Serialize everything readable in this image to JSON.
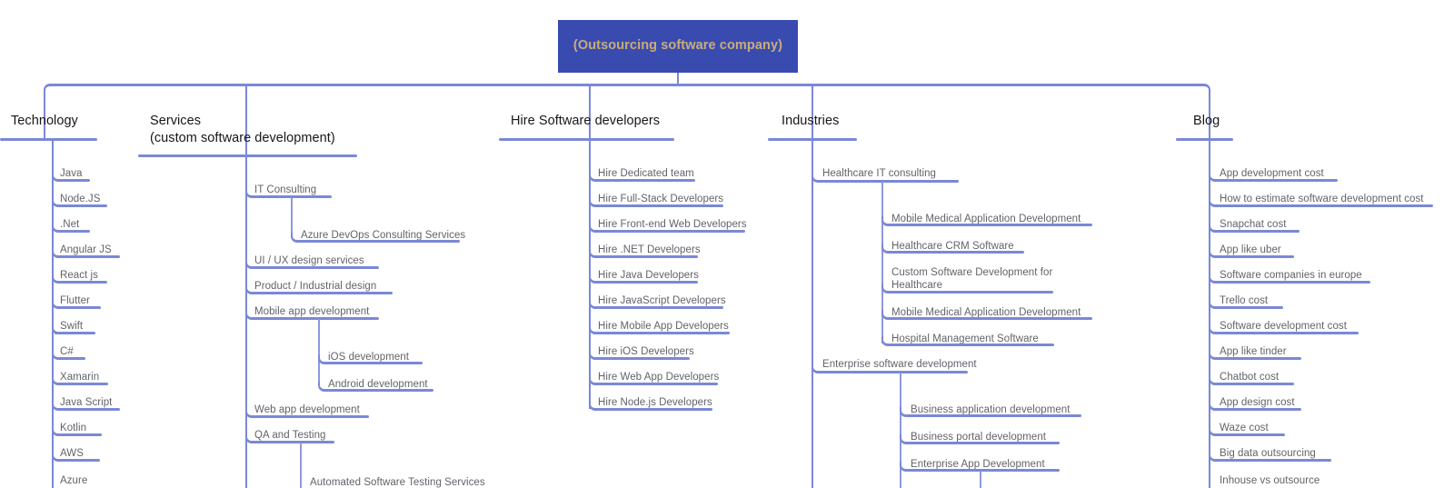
{
  "diagram": {
    "type": "sitemap-tree",
    "title": "Outsourcing software company sitemap",
    "colors": {
      "root_box_fill": "#3a4bb0",
      "root_box_text": "#c9ad79",
      "connector": "#7b88d6",
      "heading_text": "#17171b",
      "leaf_text": "#62636a",
      "background": "#ffffff"
    },
    "root": {
      "label": "(Outsourcing software company)"
    },
    "columns": [
      {
        "id": "technology",
        "title": "Technology",
        "items": [
          {
            "label": "Java"
          },
          {
            "label": "Node.JS"
          },
          {
            "label": ".Net"
          },
          {
            "label": "Angular JS"
          },
          {
            "label": "React js"
          },
          {
            "label": "Flutter"
          },
          {
            "label": "Swift"
          },
          {
            "label": "C#"
          },
          {
            "label": "Xamarin"
          },
          {
            "label": "Java Script"
          },
          {
            "label": "Kotlin"
          },
          {
            "label": "AWS"
          },
          {
            "label": "Azure",
            "clipped": true
          }
        ]
      },
      {
        "id": "services",
        "title": "Services\n(custom software development)",
        "items": [
          {
            "label": "IT Consulting",
            "children": [
              {
                "label": "Azure DevOps Consulting Services"
              }
            ]
          },
          {
            "label": "UI / UX design services"
          },
          {
            "label": "Product / Industrial design"
          },
          {
            "label": "Mobile app development",
            "children": [
              {
                "label": "iOS development"
              },
              {
                "label": "Android development"
              }
            ]
          },
          {
            "label": "Web app development"
          },
          {
            "label": "QA and Testing",
            "children": [
              {
                "label": "Automated Software Testing Services",
                "clipped": true
              }
            ]
          }
        ]
      },
      {
        "id": "hire-software-developers",
        "title": "Hire Software developers",
        "items": [
          {
            "label": "Hire Dedicated team"
          },
          {
            "label": "Hire Full-Stack Developers"
          },
          {
            "label": "Hire Front-end Web Developers"
          },
          {
            "label": "Hire .NET Developers"
          },
          {
            "label": "Hire Java Developers"
          },
          {
            "label": "Hire JavaScript Developers"
          },
          {
            "label": "Hire Mobile App Developers"
          },
          {
            "label": "Hire iOS Developers"
          },
          {
            "label": "Hire Web App Developers"
          },
          {
            "label": "Hire Node.js Developers"
          }
        ]
      },
      {
        "id": "industries",
        "title": "Industries",
        "items": [
          {
            "label": "Healthcare IT consulting",
            "children": [
              {
                "label": "Mobile Medical Application Development"
              },
              {
                "label": "Healthcare CRM Software"
              },
              {
                "label": "Custom Software Development for\nHealthcare"
              },
              {
                "label": "Mobile Medical Application Development"
              },
              {
                "label": "Hospital Management Software"
              }
            ]
          },
          {
            "label": "Enterprise software development",
            "children": [
              {
                "label": "Business application development"
              },
              {
                "label": "Business portal development"
              },
              {
                "label": "Enterprise App Development"
              }
            ]
          }
        ]
      },
      {
        "id": "blog",
        "title": "Blog",
        "items": [
          {
            "label": "App development cost"
          },
          {
            "label": "How to estimate software development cost"
          },
          {
            "label": "Snapchat cost"
          },
          {
            "label": "App like uber"
          },
          {
            "label": "Software companies in europe"
          },
          {
            "label": "Trello cost"
          },
          {
            "label": "Software development cost"
          },
          {
            "label": "App like tinder"
          },
          {
            "label": "Chatbot cost"
          },
          {
            "label": "App design cost"
          },
          {
            "label": "Waze cost"
          },
          {
            "label": "Big data outsourcing"
          },
          {
            "label": "Inhouse vs outsource",
            "clipped": true
          }
        ]
      }
    ]
  }
}
